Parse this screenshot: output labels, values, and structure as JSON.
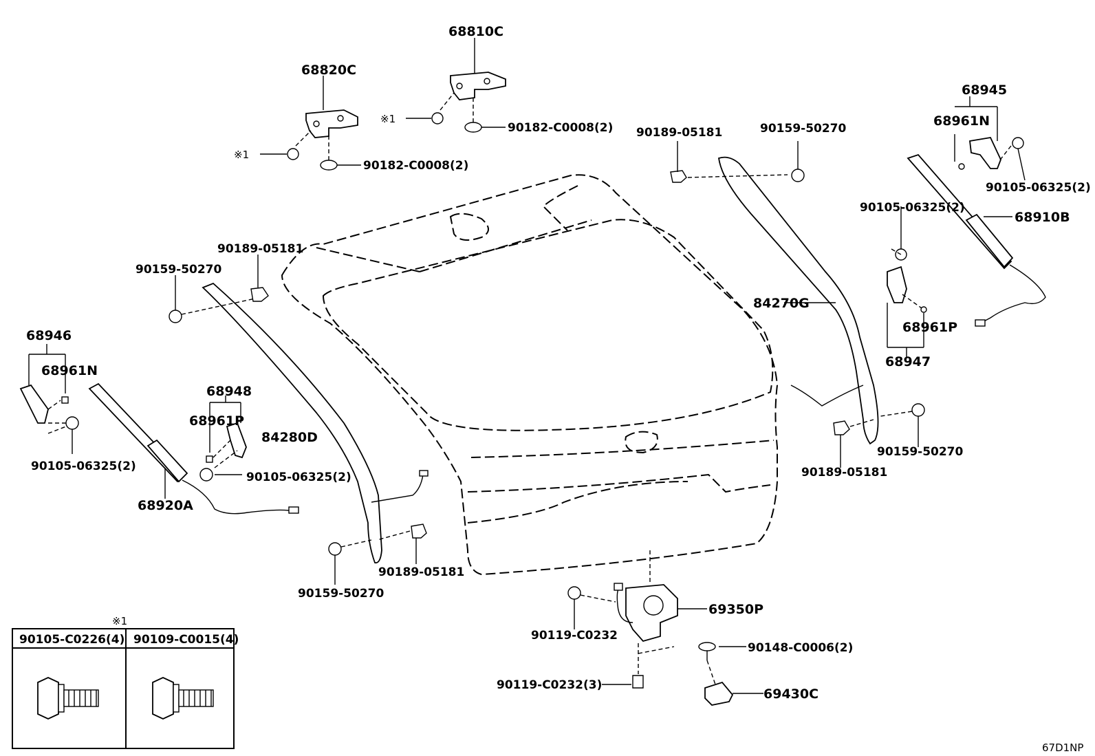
{
  "labels": {
    "p68810C": "68810C",
    "p68820C": "68820C",
    "p90182a": "90182-C0008(2)",
    "p90182b": "90182-C0008(2)",
    "mark1a": "※1",
    "mark1b": "※1",
    "p90189_tr": "90189-05181",
    "p90159_tr": "90159-50270",
    "p68945": "68945",
    "p68961N_r": "68961N",
    "p90105_r1": "90105-06325(2)",
    "p90105_r2": "90105-06325(2)",
    "p68910B": "68910B",
    "p84270G": "84270G",
    "p68961P_r": "68961P",
    "p68947": "68947",
    "p90189_l": "90189-05181",
    "p90159_l": "90159-50270",
    "p68946": "68946",
    "p68961N_l": "68961N",
    "p90105_l1": "90105-06325(2)",
    "p68920A": "68920A",
    "p68948": "68948",
    "p68961P_l": "68961P",
    "p90105_l2": "90105-06325(2)",
    "p84280D": "84280D",
    "p90189_bl": "90189-05181",
    "p90159_bl": "90159-50270",
    "p90189_br": "90189-05181",
    "p90159_br": "90159-50270",
    "p69350P": "69350P",
    "p90119a": "90119-C0232",
    "p90119b": "90119-C0232(3)",
    "p90148": "90148-C0006(2)",
    "p69430C": "69430C",
    "code": "67D1NP"
  },
  "legend": {
    "mark": "※1",
    "col1": "90105-C0226(4)",
    "col2": "90109-C0015(4)"
  }
}
